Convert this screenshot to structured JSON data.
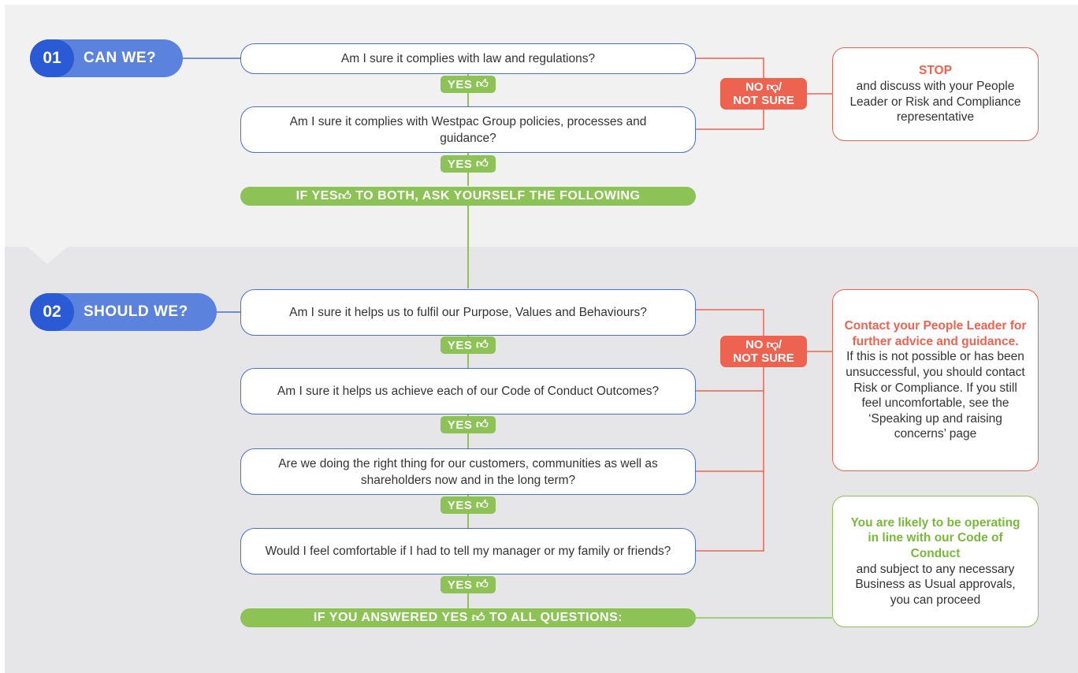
{
  "colors": {
    "blue_dark": "#2a5bd4",
    "blue": "#5b82dc",
    "green": "#8cc256",
    "red": "#ee6350",
    "bg_top": "#f1f1f2",
    "bg_bottom": "#e6e6e8"
  },
  "section1": {
    "number": "01",
    "title": "CAN WE?",
    "questions": [
      "Am I sure it complies with law and regulations?",
      "Am I sure it complies with Westpac Group policies, processes and guidance?"
    ],
    "yes_label": "YES",
    "yes_icon": "thumbs-up-icon",
    "summary": "IF YES TO BOTH, ASK YOURSELF THE FOLLOWING",
    "summary_before_icon": "IF YES",
    "summary_after_icon": "TO BOTH, ASK YOURSELF THE FOLLOWING",
    "no_label_line1": "NO",
    "no_label_line2": "NOT SURE",
    "no_icon": "thumbs-down-icon",
    "stop_title": "STOP",
    "stop_body": "and discuss with your People Leader or Risk and Compliance representative"
  },
  "section2": {
    "number": "02",
    "title": "SHOULD WE?",
    "questions": [
      "Am I sure it helps us to fulfil our Purpose, Values and Behaviours?",
      "Am I sure it helps us achieve each of our Code of Conduct Outcomes?",
      "Are we doing the right thing for our customers, communities as well as shareholders now and in the long term?",
      "Would I feel comfortable if I had to tell my manager or my family or friends?"
    ],
    "yes_label": "YES",
    "no_label_line1": "NO",
    "no_label_line2": "NOT SURE",
    "contact_title": "Contact your People Leader for further advice and guidance.",
    "contact_body": "If this is not possible or has been unsuccessful, you should contact Risk or Compliance. If you still feel uncomfortable, see the ‘Speaking up and raising concerns’ page",
    "summary_before_icon": "IF YOU ANSWERED YES",
    "summary_after_icon": "TO ALL QUESTIONS:",
    "likely_title": "You are likely to be operating in line with our Code of Conduct",
    "likely_body": "and subject to any necessary Business as Usual approvals, you can proceed"
  }
}
